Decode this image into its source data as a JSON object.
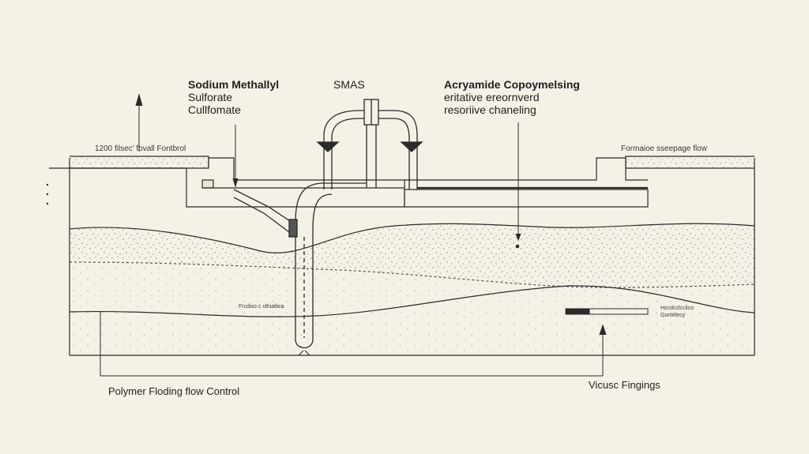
{
  "colors": {
    "background": "#f4f1e6",
    "ink": "#2a2a2a",
    "sand": "#8a8578"
  },
  "labels": {
    "sodium_line1": "Sodium Methallyl",
    "sodium_line2": "Sulforate",
    "sodium_line3": "Cullfomate",
    "smas": "SMAS",
    "acrylamide_line1": "Acryamide Copoymelsing",
    "acrylamide_line2": "eritative ereornverd",
    "acrylamide_line3": "resoriive chaneling",
    "left_surface": "1200  filsec’ fovall  Fontbrol",
    "right_surface": "Formaioe sseepage flow",
    "mid_tiny": "Frcdiso c cthialtica",
    "right_tiny_line1": "Hzcdcclcclico",
    "right_tiny_line2": "Gomitlecy",
    "polymer": "Polymer Floding flow Control",
    "viscous": "Vicusc Fingings"
  }
}
